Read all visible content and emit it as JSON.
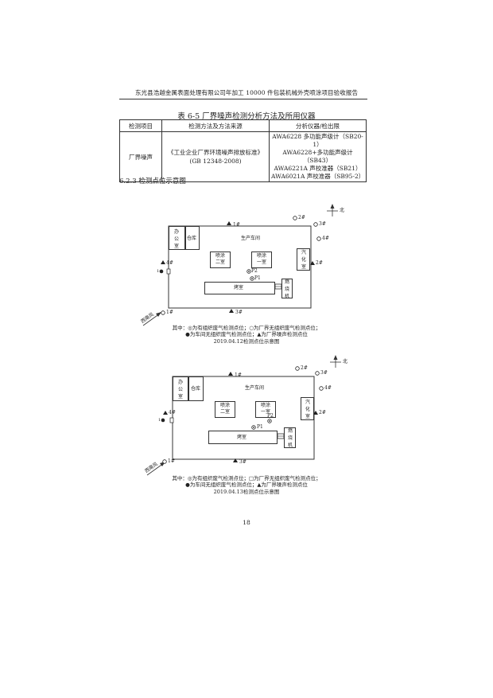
{
  "header": {
    "text": "东光县浩越金属表面处理有限公司年加工 10000 件包装机械外壳喷涂项目验收报告"
  },
  "table": {
    "caption": "表 6-5   厂界噪声检测分析方法及所用仪器",
    "headers": [
      "检测项目",
      "检测方法及方法来源",
      "分析仪器/检出限"
    ],
    "row": {
      "item": "厂界噪声",
      "method": "《工业企业厂界环境噪声排放标准》",
      "standard": "(GB 12348-2008)",
      "instruments": [
        "AWA6228 多功能声级计（SB20-1）",
        "AWA6228+多功能声级计（SB43）",
        "AWA6221A 声校准器（SB21）",
        "AWA6021A 声校准器（SB95-2）"
      ]
    }
  },
  "section": {
    "title": "6.2.3 检测点位示意图"
  },
  "diagrams": [
    {
      "north": "北",
      "wind": "西南风",
      "rooms": {
        "office": "办公室",
        "warehouse": "仓库",
        "workshop": "生产车间",
        "spray2": "喷涂二室",
        "spray1": "喷涂一室",
        "vapor": "汽化室",
        "oven": "烤室",
        "burner": "燃烧机"
      },
      "points": {
        "n1": "1#",
        "n2": "2#",
        "n3": "3#",
        "n4": "4#",
        "o1": "1#",
        "o2": "2#",
        "o3": "3#",
        "o4": "4#",
        "w1": "1#",
        "p1": "P1",
        "p2": "P2"
      },
      "legend_line1": "其中：◎为有组织废气检测点位；○为厂界无组织废气检测点位；",
      "legend_line2": "●为车间无组织废气检测点位；▲为厂界噪声检测点位",
      "caption": "2019.04.12检测点位示意图"
    },
    {
      "north": "北",
      "wind": "西南风",
      "rooms": {
        "office": "办公室",
        "warehouse": "仓库",
        "workshop": "生产车间",
        "spray2": "喷涂二室",
        "spray1": "喷涂一室",
        "vapor": "汽化室",
        "oven": "烤室",
        "burner": "燃烧机"
      },
      "points": {
        "n1": "1#",
        "n2": "2#",
        "n3": "3#",
        "n4": "4#",
        "o1": "1#",
        "o2": "2#",
        "o3": "3#",
        "o4": "4#",
        "w1": "1#",
        "p1": "P1",
        "p2": "P2"
      },
      "legend_line1": "其中：◎为有组织废气检测点位；□为厂界无组织废气检测点位；",
      "legend_line2": "●为车间无组织废气检测点位；▲为厂界噪声检测点位",
      "caption": "2019.04.13检测点位示意图"
    }
  ],
  "page_number": "18"
}
